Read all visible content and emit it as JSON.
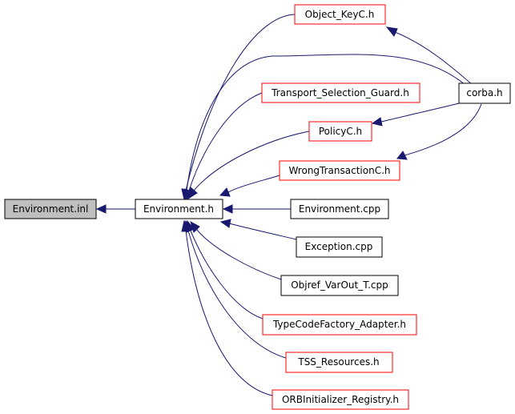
{
  "nodes": {
    "environment_inl": "Environment.inl",
    "environment_h": "Environment.h",
    "object_keyc_h": "Object_KeyC.h",
    "transport_selection_guard_h": "Transport_Selection_Guard.h",
    "policyc_h": "PolicyC.h",
    "wrongtransactionc_h": "WrongTransactionC.h",
    "environment_cpp": "Environment.cpp",
    "exception_cpp": "Exception.cpp",
    "objref_varout_t_cpp": "Objref_VarOut_T.cpp",
    "typecodefactory_adapter_h": "TypeCodeFactory_Adapter.h",
    "tss_resources_h": "TSS_Resources.h",
    "orbinitializer_registry_h": "ORBInitializer_Registry.h",
    "corba_h": "corba.h"
  },
  "colors": {
    "edge": "#191970",
    "documented_border": "#000000",
    "undocumented_border": "#ff0000",
    "root_fill": "#bfbfbf"
  }
}
